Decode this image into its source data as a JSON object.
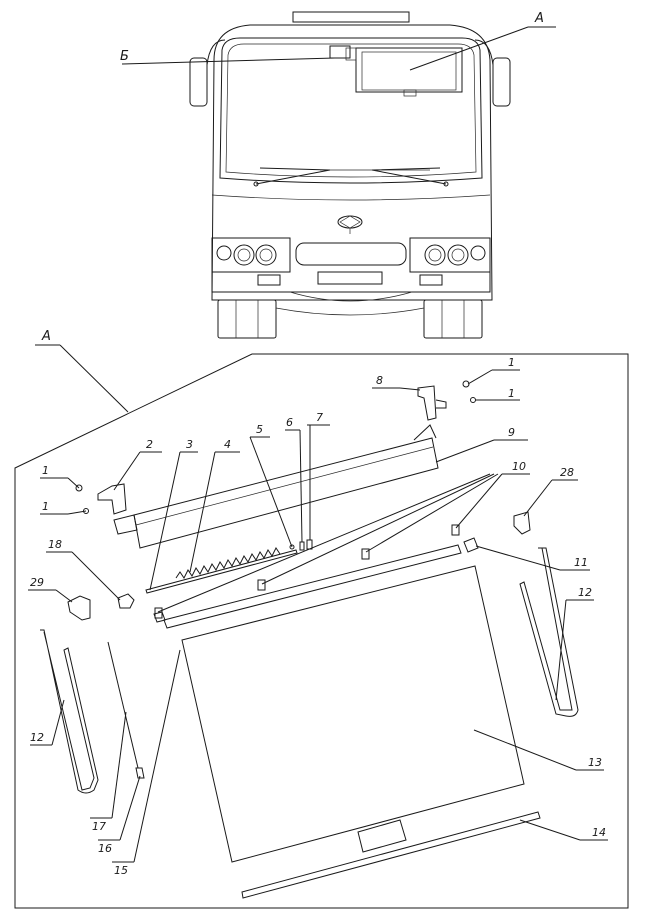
{
  "top_view": {
    "label_a": "А",
    "label_b": "Б"
  },
  "detail": {
    "label_a": "А",
    "callouts": [
      "1",
      "1",
      "1",
      "1",
      "2",
      "3",
      "4",
      "5",
      "6",
      "7",
      "8",
      "9",
      "10",
      "11",
      "12",
      "12",
      "13",
      "14",
      "15",
      "16",
      "17",
      "18",
      "28",
      "29"
    ]
  }
}
